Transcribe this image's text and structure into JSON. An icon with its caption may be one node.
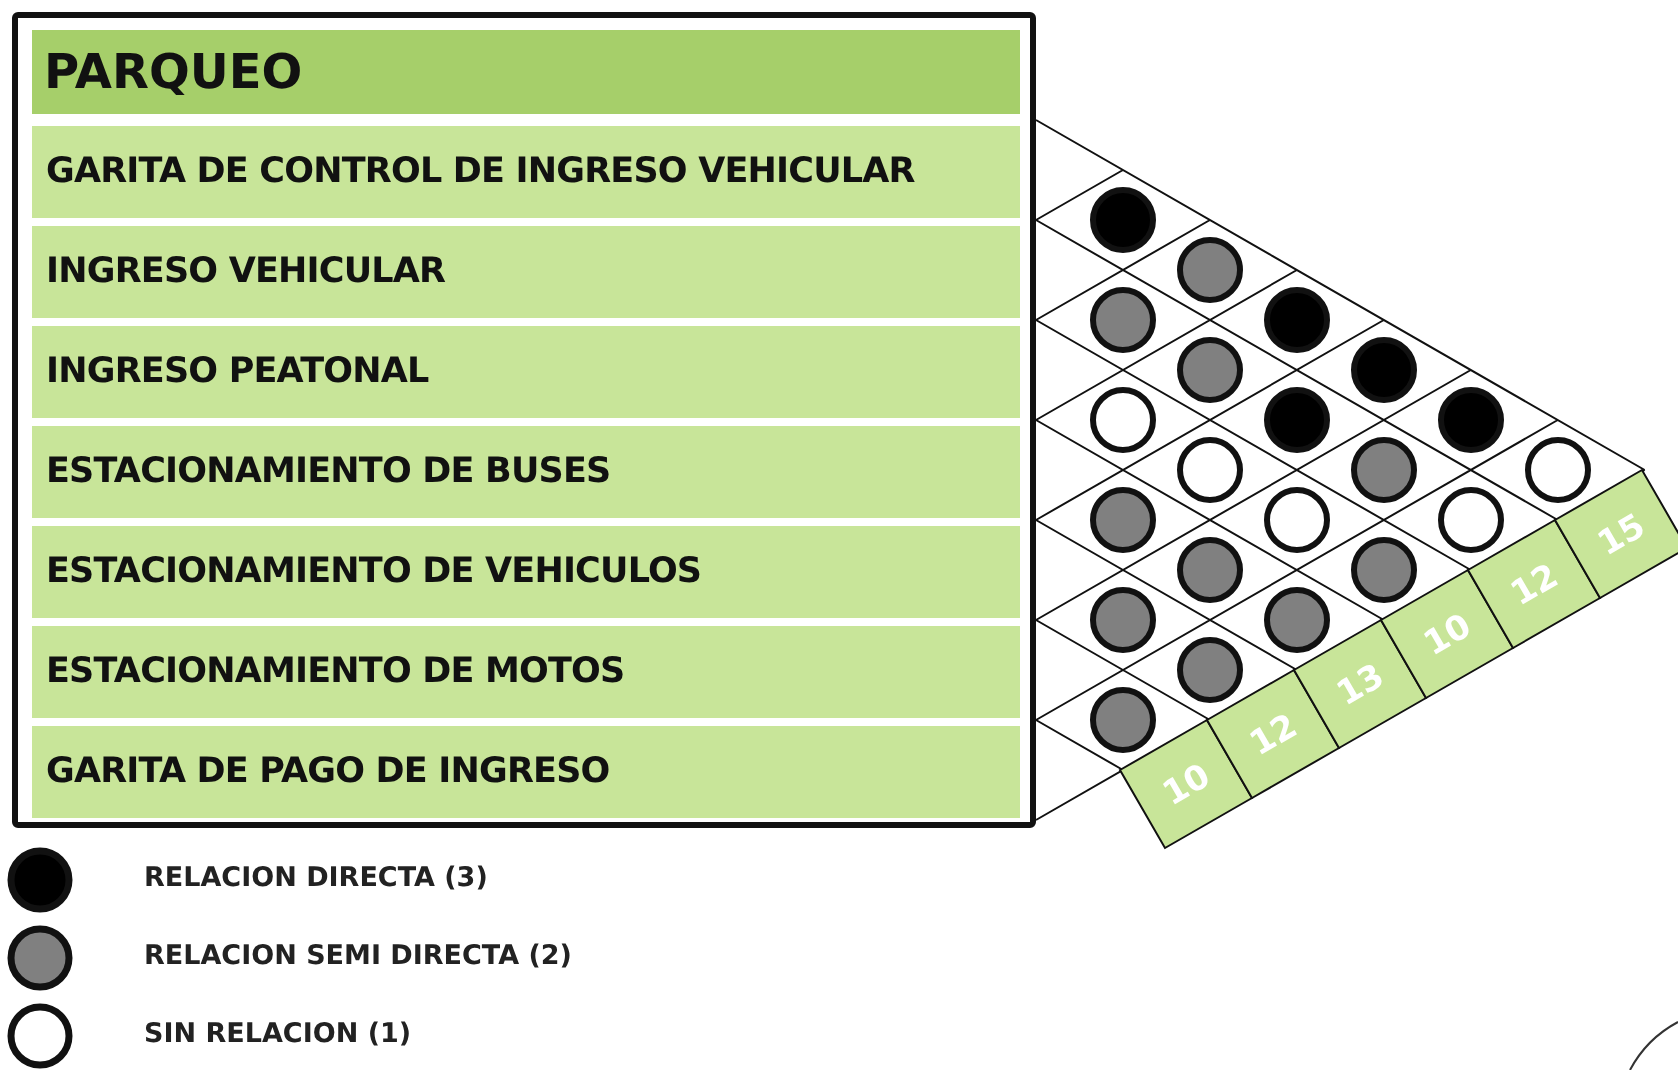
{
  "diagram": {
    "nodes": [
      {
        "text": [
          "PARQUEO"
        ]
      },
      {
        "text": [
          "GARITA DE CONTROL DE INGRESO VEHICULAR"
        ],
        "in": 0
      },
      {
        "text": [
          "INGRESO VEHICULAR"
        ],
        "in": 0
      },
      {
        "text": [
          "INGRESO PEATONAL"
        ],
        "in": 0
      },
      {
        "text": [
          "ESTACIONAMIENTO DE BUSES"
        ],
        "in": 0
      },
      {
        "text": [
          "ESTACIONAMIENTO DE VEHICULOS"
        ],
        "in": 0
      },
      {
        "text": [
          "ESTACIONAMIENTO DE MOTOS"
        ],
        "in": 0
      },
      {
        "text": [
          "GARITA DE PAGO DE INGRESO"
        ],
        "in": 0
      },
      {
        "text": [],
        "shape": "circle"
      },
      {
        "text": [],
        "shape": "circle"
      },
      {
        "text": [],
        "shape": "circle"
      },
      {
        "text": [],
        "shape": "circle"
      },
      {
        "text": [],
        "shape": "circle"
      },
      {
        "text": [],
        "shape": "circle"
      },
      {
        "text": [],
        "shape": "circle"
      },
      {
        "text": [],
        "shape": "circle"
      },
      {
        "text": [],
        "shape": "circle"
      },
      {
        "text": [],
        "shape": "circle"
      },
      {
        "text": [],
        "shape": "circle"
      },
      {
        "text": [],
        "shape": "circle"
      },
      {
        "text": [],
        "shape": "circle"
      },
      {
        "text": [],
        "shape": "circle"
      },
      {
        "text": [],
        "shape": "circle"
      },
      {
        "text": [],
        "shape": "circle"
      },
      {
        "text": [],
        "shape": "circle"
      },
      {
        "text": [],
        "shape": "circle"
      },
      {
        "text": [],
        "shape": "circle"
      },
      {
        "text": [],
        "shape": "circle"
      },
      {
        "text": [],
        "shape": "circle"
      }
    ],
    "labels": [
      "10",
      "12",
      "13",
      "10",
      "12",
      "15"
    ],
    "legend": [
      {
        "text": "RELACION DIRECTA (3)",
        "color": "#000000"
      },
      {
        "text": "RELACION SEMI DIRECTA (2)",
        "color": "#808080"
      },
      {
        "text": "SIN RELACION (1)",
        "color": "#ffffff"
      }
    ]
  }
}
